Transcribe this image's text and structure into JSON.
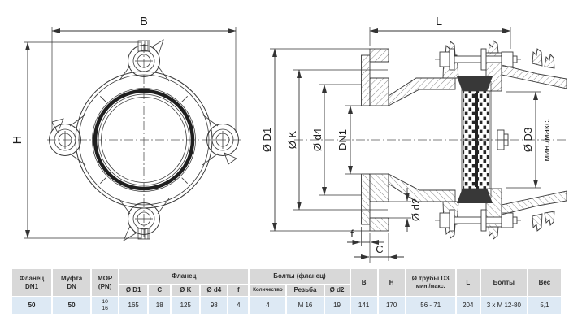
{
  "drawing": {
    "line_color": "#3a3a3a",
    "front_view": {
      "width_label": "B",
      "height_label": "H"
    },
    "section_view": {
      "length_label": "L",
      "d1_label": "Ø D1",
      "k_label": "Ø K",
      "d4_label": "Ø d4",
      "dn1_label": "DN1",
      "d3_label": "Ø D3",
      "d3_range_label": "мин./макс.",
      "f_label": "f",
      "c_label": "C",
      "d2_label": "Ø d2"
    }
  },
  "table": {
    "header_bg": "#d8d8d8",
    "row_bg": "#dde9f4",
    "groups": {
      "flange": "Фланец",
      "flange_bolts": "Болты (фланец)"
    },
    "headers": {
      "flange_dn1": "Фланец\nDN1",
      "coupling_dn": "Муфта\nDN",
      "mop": "MOP\n(PN)",
      "d1": "Ø D1",
      "c": "C",
      "k": "Ø K",
      "d4": "Ø d4",
      "f": "f",
      "qty": "Количество",
      "thread": "Резьба",
      "d2": "Ø d2",
      "b": "B",
      "h": "H",
      "pipe_d3": "Ø трубы D3",
      "pipe_d3_range": "мин./макс.",
      "l": "L",
      "bolts": "Болты",
      "weight": "Вес"
    },
    "row": {
      "flange_dn1": "50",
      "coupling_dn": "50",
      "mop": "10\n16",
      "d1": "165",
      "c": "18",
      "k": "125",
      "d4": "98",
      "f": "4",
      "qty": "4",
      "thread": "M 16",
      "d2": "19",
      "b": "141",
      "h": "170",
      "pipe_d3": "56 - 71",
      "l": "204",
      "bolts": "3 x M 12-80",
      "weight": "5,1"
    }
  }
}
